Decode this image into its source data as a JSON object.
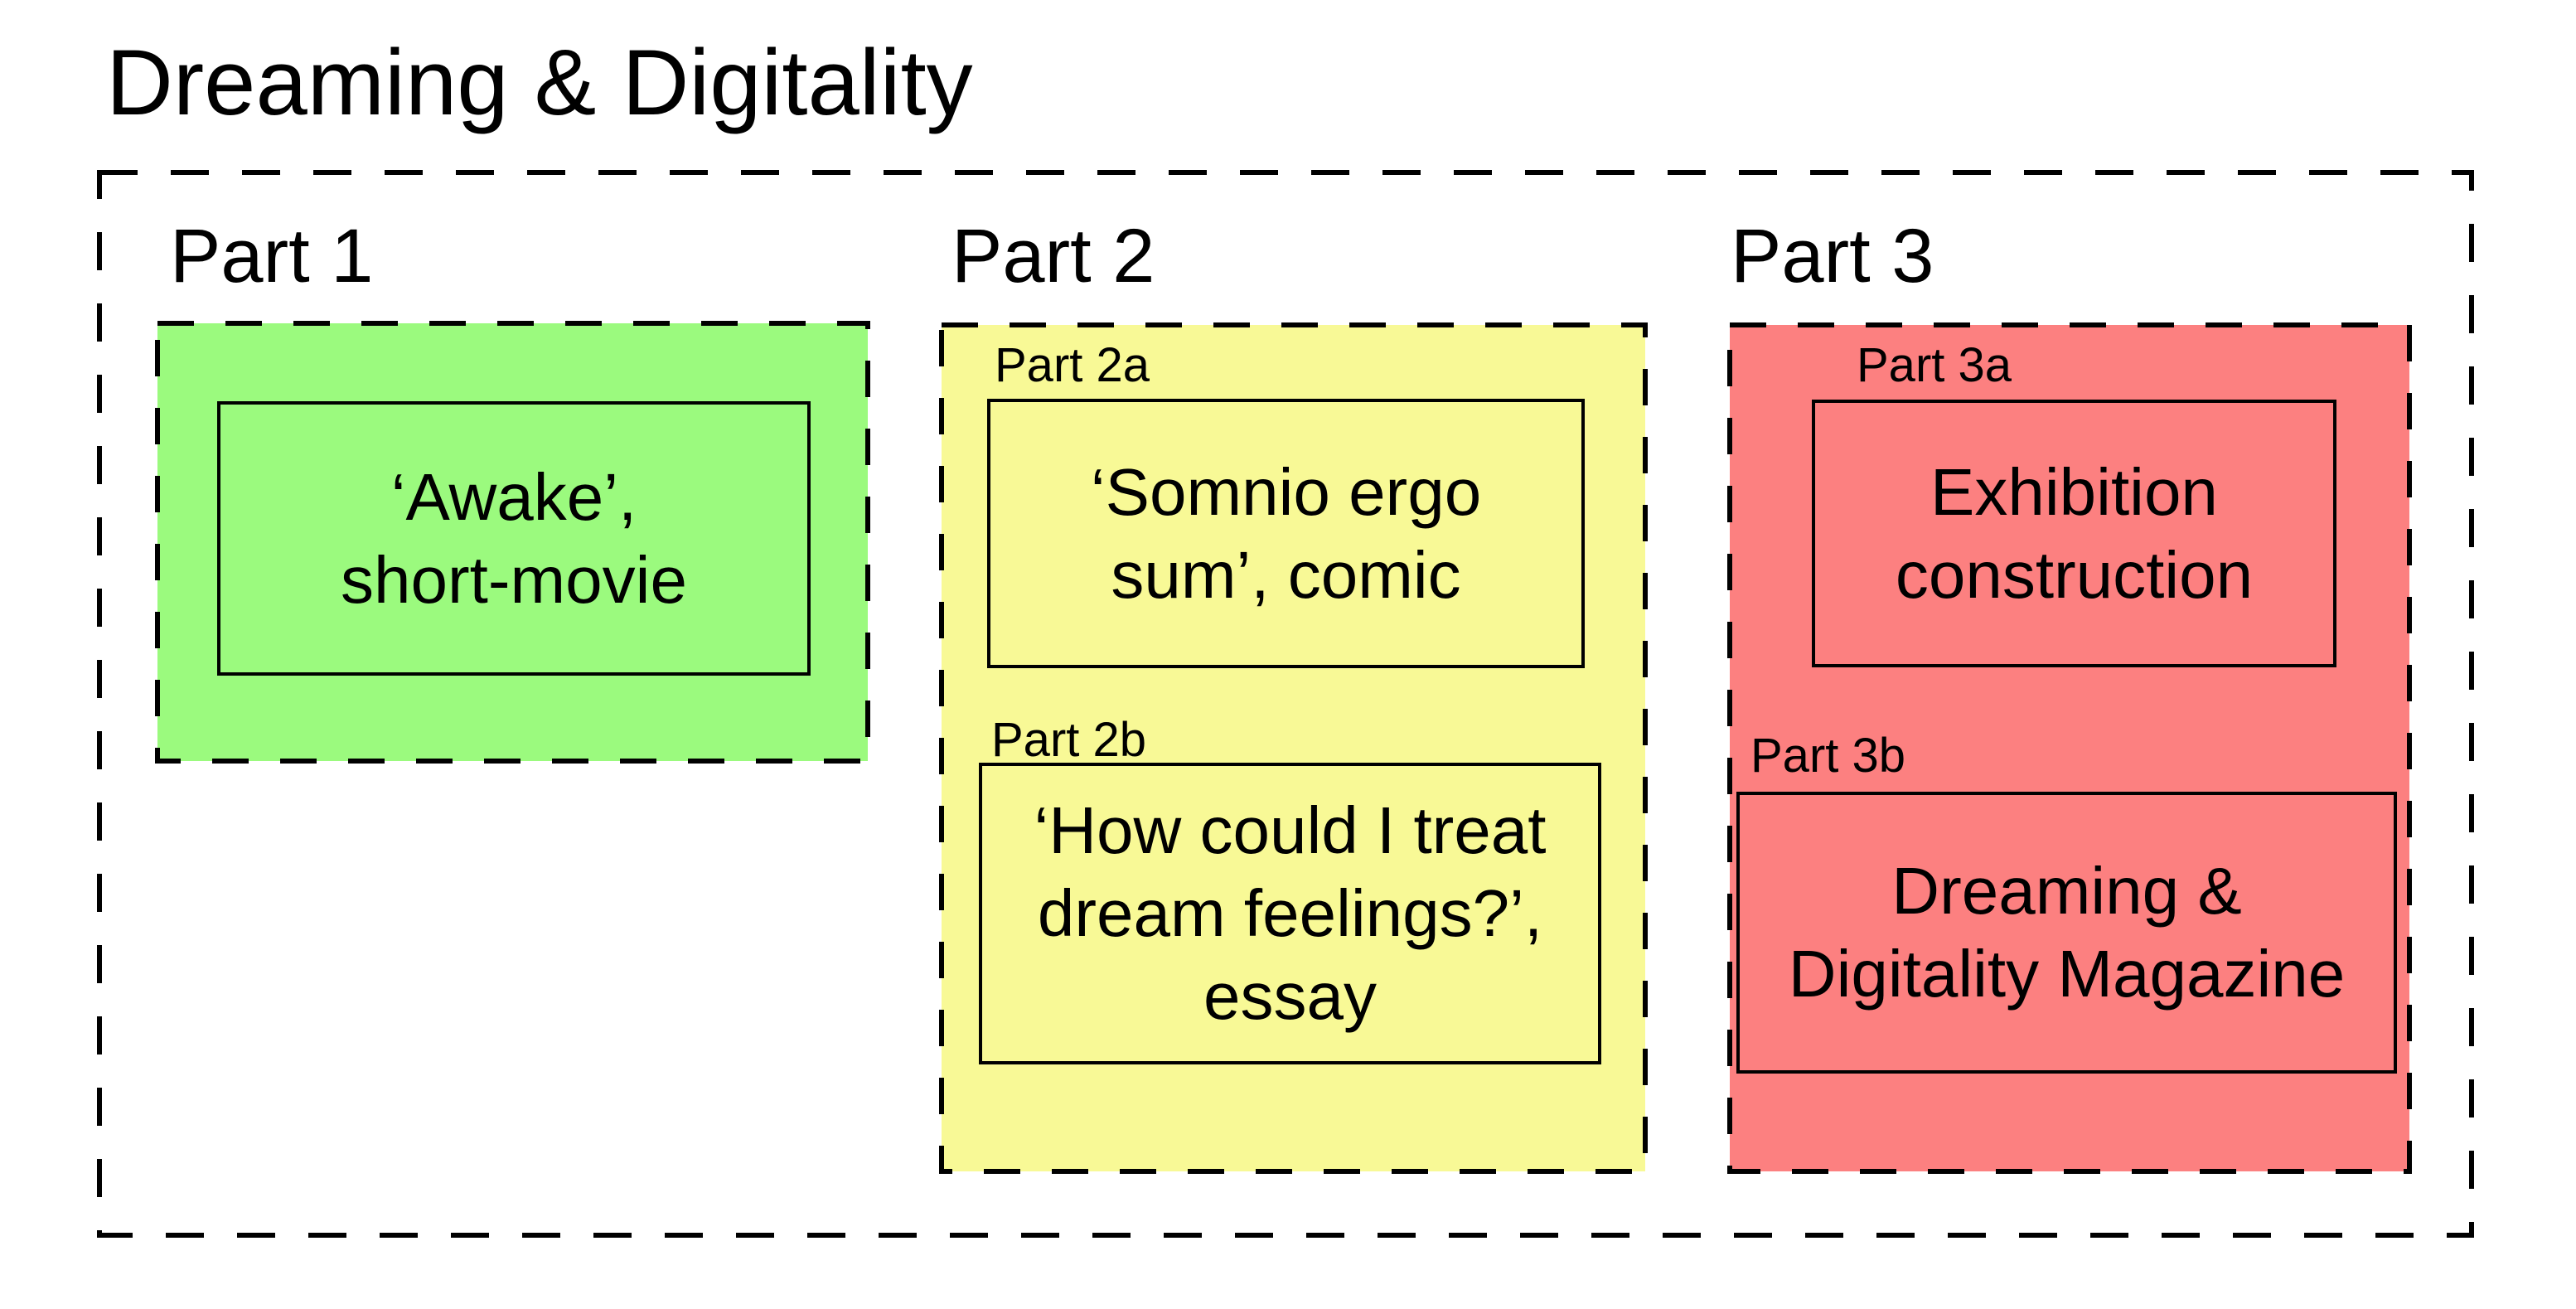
{
  "title": "Dreaming & Digitality",
  "colors": {
    "part1_fill": "#9BFA7E",
    "part2_fill": "#F8F996",
    "part3_fill": "#FC8080",
    "line": "#000000"
  },
  "part1": {
    "label": "Part 1",
    "box": {
      "text": "‘Awake’,\nshort-movie"
    }
  },
  "part2": {
    "label": "Part 2",
    "box_a": {
      "label": "Part 2a",
      "text": "‘Somnio ergo\nsum’, comic"
    },
    "box_b": {
      "label": "Part 2b",
      "text": "‘How could I treat\ndream feelings?’,\nessay"
    }
  },
  "part3": {
    "label": "Part 3",
    "box_a": {
      "label": "Part 3a",
      "text": "Exhibition\nconstruction"
    },
    "box_b": {
      "label": "Part 3b",
      "text": "Dreaming &\nDigitality Magazine"
    }
  }
}
